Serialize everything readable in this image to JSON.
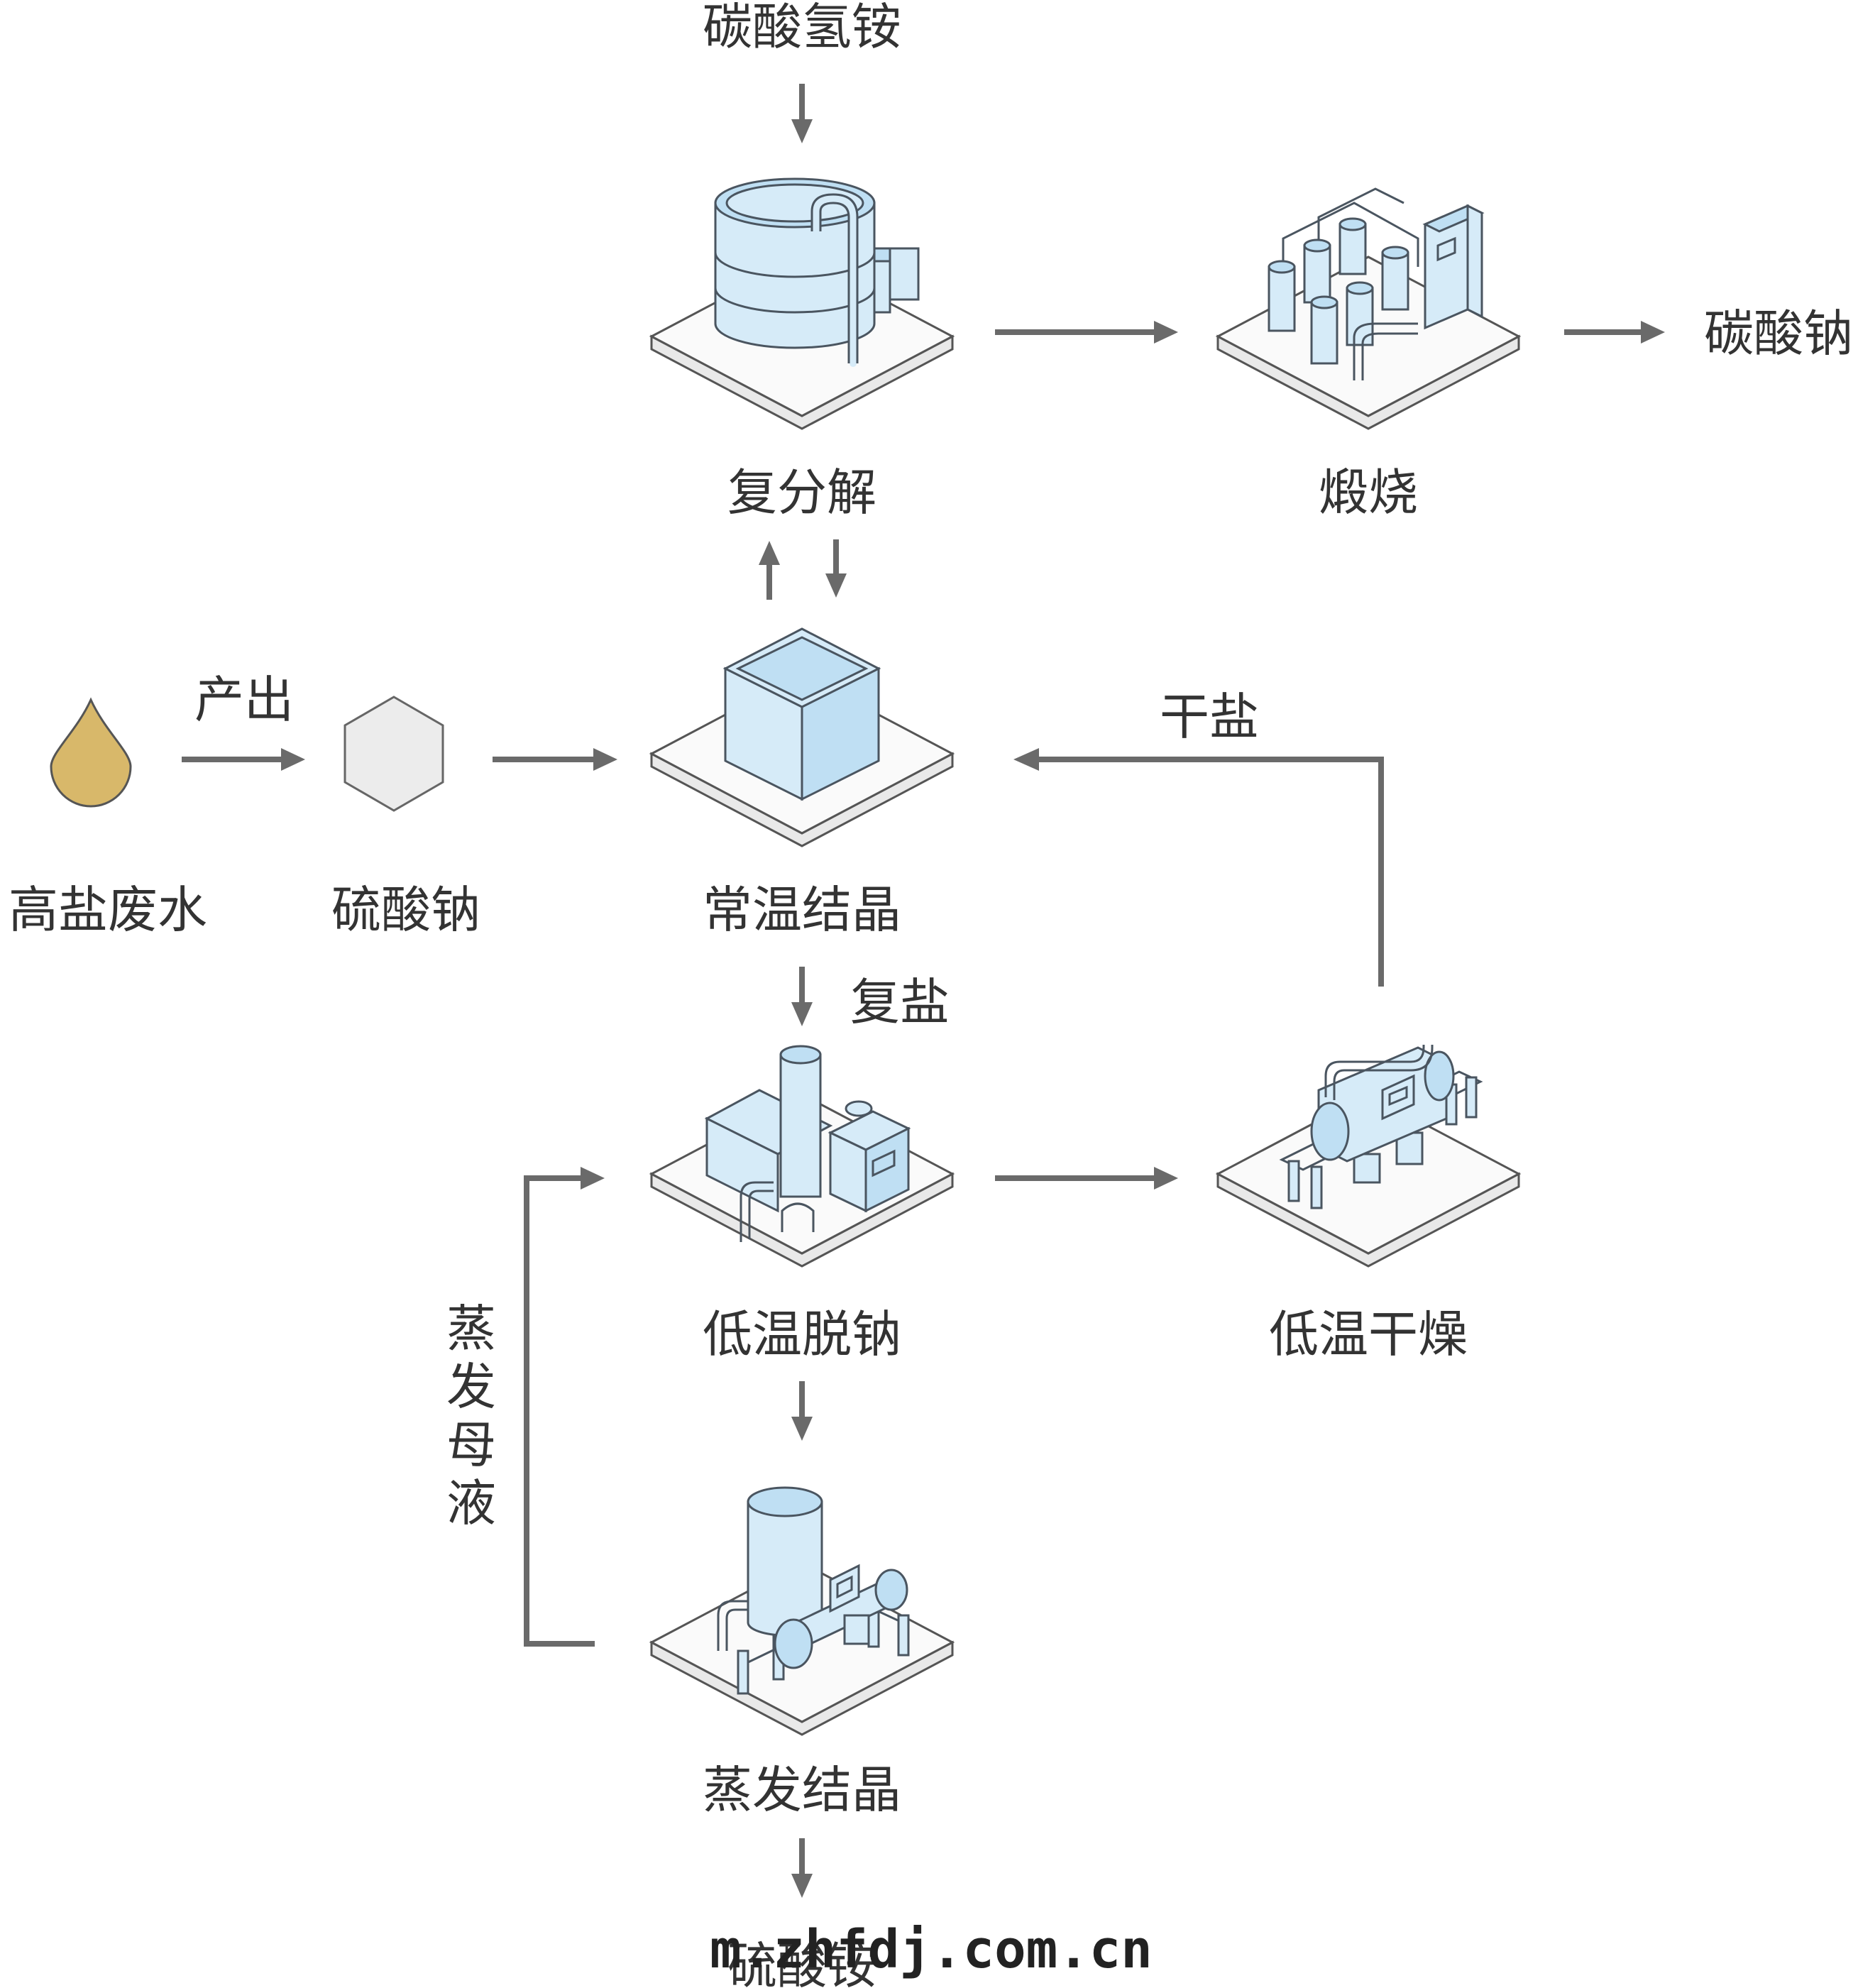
{
  "nodes": {
    "ammonium_bicarbonate": "碳酸氢铵",
    "double_decomposition": "复分解",
    "calcination": "煅烧",
    "sodium_carbonate": "碳酸钠",
    "high_salt_wastewater": "高盐废水",
    "output": "产出",
    "sodium_sulfate": "硫酸钠",
    "room_temp_crystallization": "常温结晶",
    "dry_salt": "干盐",
    "double_salt": "复盐",
    "low_temp_desodium": "低温脱钠",
    "low_temp_drying": "低温干燥",
    "evaporation_mother_liquor": [
      "蒸",
      "发",
      "母",
      "液"
    ],
    "evaporative_crystallization": "蒸发结晶",
    "ammonium_sulfate": "硫酸铵"
  },
  "watermark": "m.zhfdj.com.cn",
  "colors": {
    "equipment_fill": "#d6ebf8",
    "droplet_fill": "#d8b86a",
    "hexagon_fill": "#ececec",
    "arrow": "#6a6a6a"
  }
}
